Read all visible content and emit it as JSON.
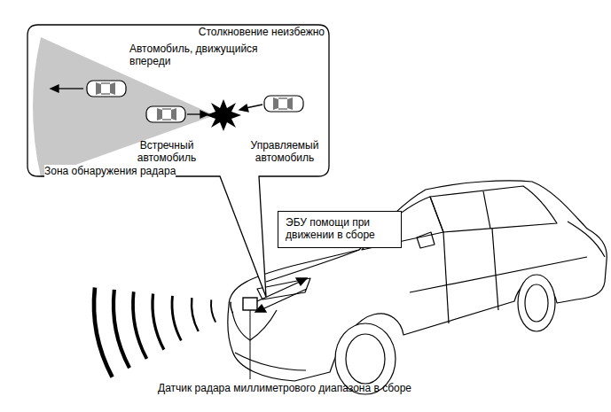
{
  "diagram": {
    "nodes": [
      {
        "text": [
          "Столкновение неизбежно"
        ]
      },
      {
        "text": [
          "ЭБУ помощи при движении в сборе"
        ]
      }
    ],
    "labels": [
      "Автомобиль, движущийся впереди",
      "Встречный автомобиль",
      "Управляемый автомобиль",
      "Зона обнаружения радара",
      "Датчик радара миллиметрового диапазона в сборе"
    ]
  }
}
